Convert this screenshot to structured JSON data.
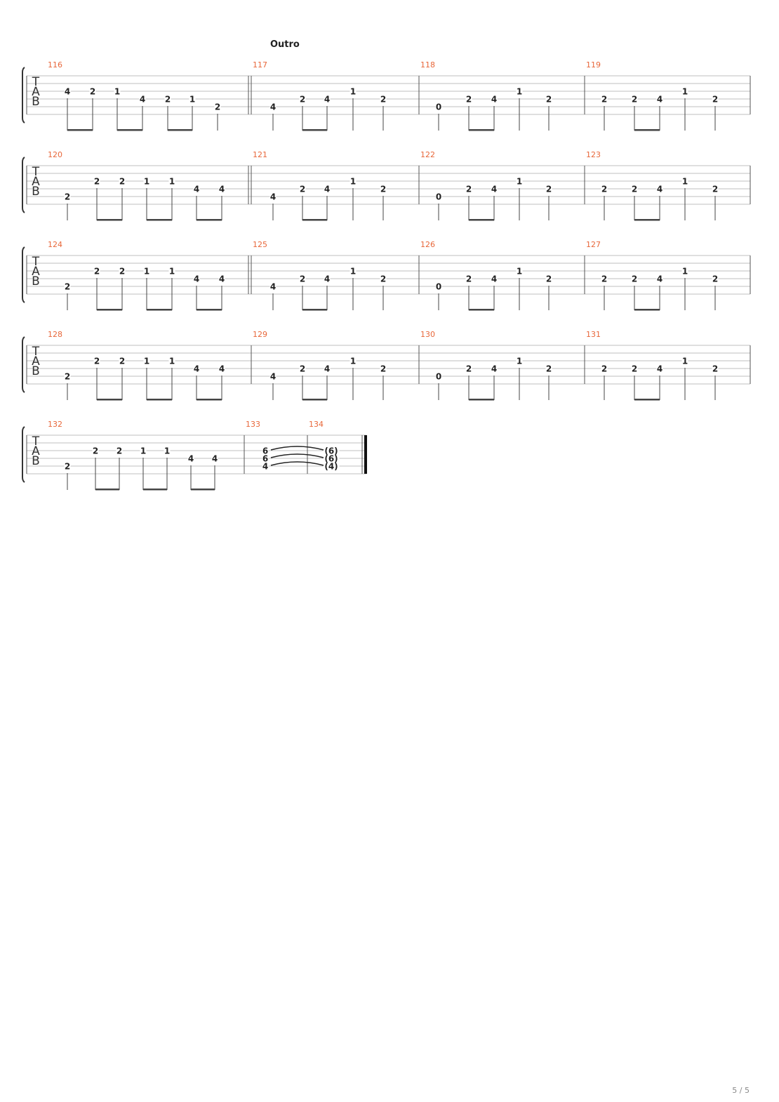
{
  "section_label": "Outro",
  "page_number": "5 / 5",
  "tab_clef": [
    "T",
    "A",
    "B"
  ],
  "colors": {
    "measure_number": "#e8673a",
    "staff_line": "#bfbfbf",
    "ink": "#222222"
  },
  "systems": [
    {
      "measures": [
        {
          "number": "116",
          "barline_end": "double",
          "notes": [
            {
              "fret": "4",
              "string": 3
            },
            {
              "fret": "2",
              "string": 3
            },
            {
              "fret": "1",
              "string": 3
            },
            {
              "fret": "4",
              "string": 4
            },
            {
              "fret": "2",
              "string": 4
            },
            {
              "fret": "1",
              "string": 4
            },
            {
              "fret": "2",
              "string": 5
            }
          ],
          "beams": [
            [
              0,
              1
            ],
            [
              2,
              3
            ],
            [
              4,
              5
            ]
          ]
        },
        {
          "number": "117",
          "barline_end": "single",
          "notes": [
            {
              "fret": "4",
              "string": 5
            },
            {
              "fret": "2",
              "string": 4
            },
            {
              "fret": "4",
              "string": 4
            },
            {
              "fret": "1",
              "string": 3
            },
            {
              "fret": "2",
              "string": 4
            }
          ],
          "beams": [
            [
              1,
              2
            ]
          ]
        },
        {
          "number": "118",
          "barline_end": "single",
          "notes": [
            {
              "fret": "0",
              "string": 5
            },
            {
              "fret": "2",
              "string": 4
            },
            {
              "fret": "4",
              "string": 4
            },
            {
              "fret": "1",
              "string": 3
            },
            {
              "fret": "2",
              "string": 4
            }
          ],
          "beams": [
            [
              1,
              2
            ]
          ]
        },
        {
          "number": "119",
          "barline_end": "single",
          "notes": [
            {
              "fret": "2",
              "string": 4
            },
            {
              "fret": "2",
              "string": 4
            },
            {
              "fret": "4",
              "string": 4
            },
            {
              "fret": "1",
              "string": 3
            },
            {
              "fret": "2",
              "string": 4
            }
          ],
          "beams": [
            [
              1,
              2
            ]
          ]
        }
      ]
    },
    {
      "measures": [
        {
          "number": "120",
          "barline_end": "double",
          "notes": [
            {
              "fret": "2",
              "string": 5
            },
            {
              "fret": "2",
              "string": 3
            },
            {
              "fret": "2",
              "string": 3
            },
            {
              "fret": "1",
              "string": 3
            },
            {
              "fret": "1",
              "string": 3
            },
            {
              "fret": "4",
              "string": 4
            },
            {
              "fret": "4",
              "string": 4
            }
          ],
          "beams": [
            [
              1,
              2
            ],
            [
              3,
              4
            ],
            [
              5,
              6
            ]
          ]
        },
        {
          "number": "121",
          "barline_end": "single",
          "notes": [
            {
              "fret": "4",
              "string": 5
            },
            {
              "fret": "2",
              "string": 4
            },
            {
              "fret": "4",
              "string": 4
            },
            {
              "fret": "1",
              "string": 3
            },
            {
              "fret": "2",
              "string": 4
            }
          ],
          "beams": [
            [
              1,
              2
            ]
          ]
        },
        {
          "number": "122",
          "barline_end": "single",
          "notes": [
            {
              "fret": "0",
              "string": 5
            },
            {
              "fret": "2",
              "string": 4
            },
            {
              "fret": "4",
              "string": 4
            },
            {
              "fret": "1",
              "string": 3
            },
            {
              "fret": "2",
              "string": 4
            }
          ],
          "beams": [
            [
              1,
              2
            ]
          ]
        },
        {
          "number": "123",
          "barline_end": "single",
          "notes": [
            {
              "fret": "2",
              "string": 4
            },
            {
              "fret": "2",
              "string": 4
            },
            {
              "fret": "4",
              "string": 4
            },
            {
              "fret": "1",
              "string": 3
            },
            {
              "fret": "2",
              "string": 4
            }
          ],
          "beams": [
            [
              1,
              2
            ]
          ]
        }
      ]
    },
    {
      "measures": [
        {
          "number": "124",
          "barline_end": "double",
          "notes": [
            {
              "fret": "2",
              "string": 5
            },
            {
              "fret": "2",
              "string": 3
            },
            {
              "fret": "2",
              "string": 3
            },
            {
              "fret": "1",
              "string": 3
            },
            {
              "fret": "1",
              "string": 3
            },
            {
              "fret": "4",
              "string": 4
            },
            {
              "fret": "4",
              "string": 4
            }
          ],
          "beams": [
            [
              1,
              2
            ],
            [
              3,
              4
            ],
            [
              5,
              6
            ]
          ]
        },
        {
          "number": "125",
          "barline_end": "single",
          "notes": [
            {
              "fret": "4",
              "string": 5
            },
            {
              "fret": "2",
              "string": 4
            },
            {
              "fret": "4",
              "string": 4
            },
            {
              "fret": "1",
              "string": 3
            },
            {
              "fret": "2",
              "string": 4
            }
          ],
          "beams": [
            [
              1,
              2
            ]
          ]
        },
        {
          "number": "126",
          "barline_end": "single",
          "notes": [
            {
              "fret": "0",
              "string": 5
            },
            {
              "fret": "2",
              "string": 4
            },
            {
              "fret": "4",
              "string": 4
            },
            {
              "fret": "1",
              "string": 3
            },
            {
              "fret": "2",
              "string": 4
            }
          ],
          "beams": [
            [
              1,
              2
            ]
          ]
        },
        {
          "number": "127",
          "barline_end": "single",
          "notes": [
            {
              "fret": "2",
              "string": 4
            },
            {
              "fret": "2",
              "string": 4
            },
            {
              "fret": "4",
              "string": 4
            },
            {
              "fret": "1",
              "string": 3
            },
            {
              "fret": "2",
              "string": 4
            }
          ],
          "beams": [
            [
              1,
              2
            ]
          ]
        }
      ]
    },
    {
      "measures": [
        {
          "number": "128",
          "barline_end": "single",
          "notes": [
            {
              "fret": "2",
              "string": 5
            },
            {
              "fret": "2",
              "string": 3
            },
            {
              "fret": "2",
              "string": 3
            },
            {
              "fret": "1",
              "string": 3
            },
            {
              "fret": "1",
              "string": 3
            },
            {
              "fret": "4",
              "string": 4
            },
            {
              "fret": "4",
              "string": 4
            }
          ],
          "beams": [
            [
              1,
              2
            ],
            [
              3,
              4
            ],
            [
              5,
              6
            ]
          ]
        },
        {
          "number": "129",
          "barline_end": "single",
          "notes": [
            {
              "fret": "4",
              "string": 5
            },
            {
              "fret": "2",
              "string": 4
            },
            {
              "fret": "4",
              "string": 4
            },
            {
              "fret": "1",
              "string": 3
            },
            {
              "fret": "2",
              "string": 4
            }
          ],
          "beams": [
            [
              1,
              2
            ]
          ]
        },
        {
          "number": "130",
          "barline_end": "single",
          "notes": [
            {
              "fret": "0",
              "string": 5
            },
            {
              "fret": "2",
              "string": 4
            },
            {
              "fret": "4",
              "string": 4
            },
            {
              "fret": "1",
              "string": 3
            },
            {
              "fret": "2",
              "string": 4
            }
          ],
          "beams": [
            [
              1,
              2
            ]
          ]
        },
        {
          "number": "131",
          "barline_end": "single",
          "notes": [
            {
              "fret": "2",
              "string": 4
            },
            {
              "fret": "2",
              "string": 4
            },
            {
              "fret": "4",
              "string": 4
            },
            {
              "fret": "1",
              "string": 3
            },
            {
              "fret": "2",
              "string": 4
            }
          ],
          "beams": [
            [
              1,
              2
            ]
          ]
        }
      ]
    },
    {
      "measures": [
        {
          "number": "132",
          "barline_end": "single",
          "notes": [
            {
              "fret": "2",
              "string": 5
            },
            {
              "fret": "2",
              "string": 3
            },
            {
              "fret": "2",
              "string": 3
            },
            {
              "fret": "1",
              "string": 3
            },
            {
              "fret": "1",
              "string": 3
            },
            {
              "fret": "4",
              "string": 4
            },
            {
              "fret": "4",
              "string": 4
            }
          ],
          "beams": [
            [
              1,
              2
            ],
            [
              3,
              4
            ],
            [
              5,
              6
            ]
          ]
        },
        {
          "number": "133",
          "barline_end": "single",
          "chord": true,
          "notes": [
            {
              "fret": "6",
              "string": 3
            },
            {
              "fret": "6",
              "string": 4
            },
            {
              "fret": "4",
              "string": 5
            }
          ]
        },
        {
          "number": "134",
          "barline_end": "final",
          "chord": true,
          "tied": true,
          "notes": [
            {
              "fret": "(6)",
              "string": 3
            },
            {
              "fret": "(6)",
              "string": 4
            },
            {
              "fret": "(4)",
              "string": 5
            }
          ]
        }
      ]
    }
  ]
}
